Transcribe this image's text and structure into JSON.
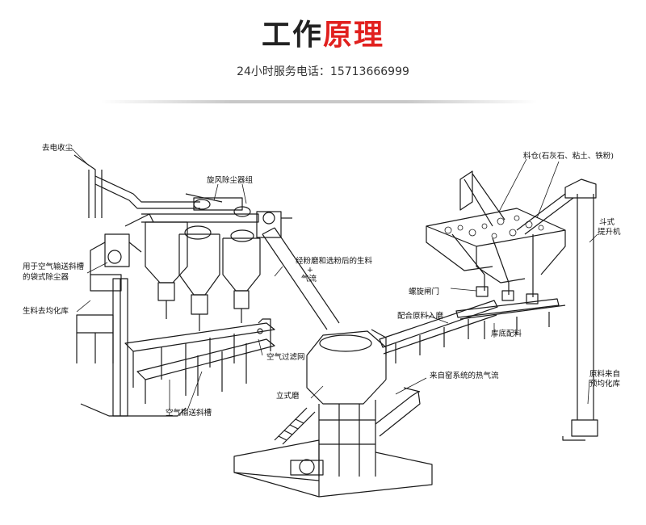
{
  "header": {
    "title_part1": "工作",
    "title_part2": "原理",
    "hotline": "24小时服务电话：15713666999"
  },
  "diagram": {
    "labels": {
      "dust_collect": "去电收尘",
      "cyclone_group": "旋风除尘器组",
      "bag_filter_line1": "用于空气输送斜槽",
      "bag_filter_line2": "的袋式除尘器",
      "raw_to_homog": "生料去均化库",
      "ground_selected_line1": "经粉磨和选粉后的生料",
      "ground_selected_line2": "+",
      "ground_selected_line3": "气流",
      "air_filter_net": "空气过滤网",
      "air_slide": "空气输送斜槽",
      "vertical_mill": "立式磨",
      "kiln_hot_gas": "来自窑系统的热气流",
      "silo_line1": "料仓(石灰石、粘土、铁粉)",
      "bucket_line1": "斗式",
      "bucket_line2": "提升机",
      "screw_gate": "螺旋闸门",
      "batching_into_mill": "配合原料入磨",
      "bottom_batching": "库底配料",
      "raw_from_line1": "原料来自",
      "raw_from_line2": "预均化库"
    }
  }
}
